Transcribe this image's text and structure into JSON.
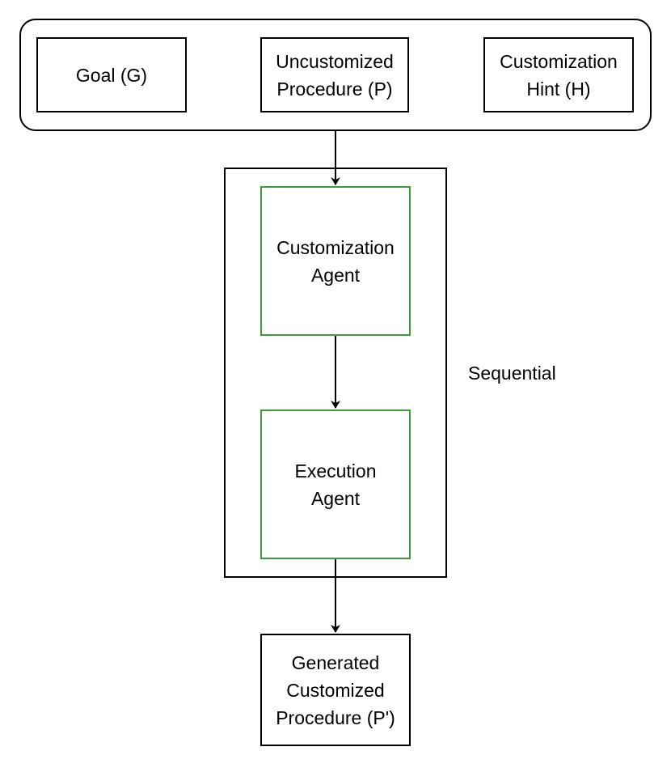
{
  "inputs": {
    "goal": "Goal (G)",
    "procedure_line1": "Uncustomized",
    "procedure_line2": "Procedure (P)",
    "hint_line1": "Customization",
    "hint_line2": "Hint (H)"
  },
  "sequential": {
    "label": "Sequential",
    "customization_agent_line1": "Customization",
    "customization_agent_line2": "Agent",
    "execution_agent_line1": "Execution",
    "execution_agent_line2": "Agent"
  },
  "output": {
    "line1": "Generated",
    "line2": "Customized",
    "line3": "Procedure (P')"
  },
  "colors": {
    "stroke": "#000000",
    "agent_border": "#3a9e3a"
  }
}
